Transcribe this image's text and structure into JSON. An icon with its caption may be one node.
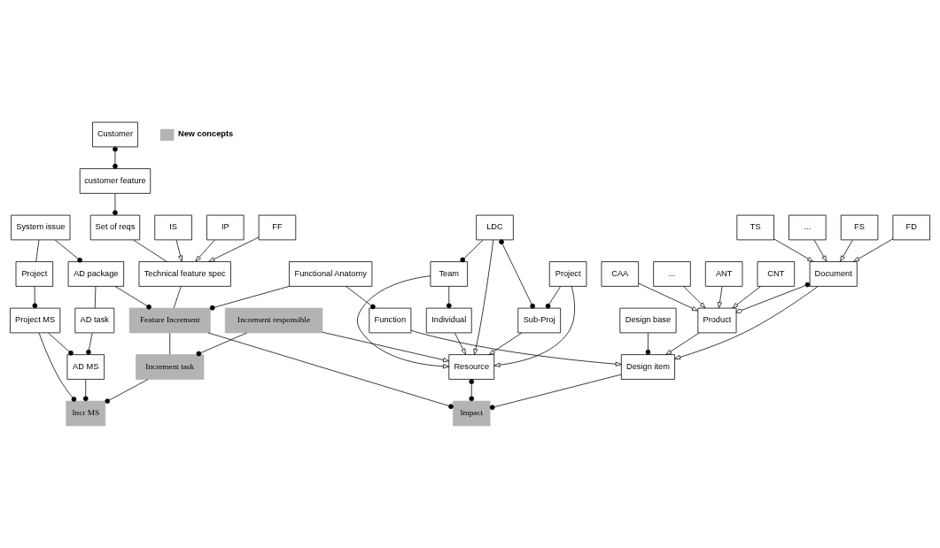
{
  "diagram": {
    "nodes": [
      {
        "text": [
          "System issue"
        ]
      },
      {
        "text": [
          "Project"
        ]
      },
      {
        "text": [
          "Project MS"
        ]
      },
      {
        "text": [
          "Customer"
        ]
      },
      {
        "text": [
          "customer feature"
        ]
      },
      {
        "text": [
          "Set of reqs"
        ]
      },
      {
        "text": [
          "AD package"
        ]
      },
      {
        "text": [
          "AD task"
        ]
      },
      {
        "text": [
          "AD MS"
        ]
      },
      {
        "text": [
          "IS"
        ]
      },
      {
        "text": [
          "IP"
        ]
      },
      {
        "text": [
          "FF"
        ]
      },
      {
        "text": [
          "Technical feature spec"
        ]
      },
      {
        "text": [
          "Feature Increment"
        ]
      },
      {
        "text": [
          "Increment task"
        ]
      },
      {
        "text": [
          "Incr MS"
        ]
      },
      {
        "text": [
          "Functional Anatomy"
        ]
      },
      {
        "text": [
          "Impact"
        ]
      },
      {
        "text": [
          "Increment responsible"
        ]
      },
      {
        "text": [
          "Individual"
        ]
      },
      {
        "text": [
          "Function"
        ]
      },
      {
        "text": [
          "Resource"
        ]
      },
      {
        "text": [
          "Team"
        ]
      },
      {
        "text": [
          "Design base"
        ]
      },
      {
        "text": [
          "Design item"
        ]
      },
      {
        "text": [
          "LDC"
        ]
      },
      {
        "text": [
          "Sub-Proj"
        ]
      },
      {
        "text": [
          "Product"
        ]
      },
      {
        "text": [
          "Document"
        ]
      },
      {
        "text": [
          "Project"
        ]
      },
      {
        "text": [
          "..."
        ]
      },
      {
        "text": [
          "ANT"
        ]
      },
      {
        "text": [
          "CNT"
        ]
      },
      {
        "text": [
          "CAA"
        ]
      },
      {
        "text": [
          "FS"
        ]
      },
      {
        "text": [
          "FD"
        ]
      },
      {
        "text": [
          "TS"
        ]
      },
      {
        "text": [
          "..."
        ]
      }
    ],
    "edges": [
      {
        "from": 0,
        "to": 1,
        "arrow": "none"
      },
      {
        "from": 1,
        "to": 2,
        "arrow": "other"
      },
      {
        "from": 0,
        "to": 6,
        "arrow": "other"
      },
      {
        "from": 2,
        "to": 8,
        "arrow": "other"
      },
      {
        "from": 2,
        "to": 15,
        "arrow": "other"
      },
      {
        "from": 3,
        "to": 4,
        "arrow": "other"
      },
      {
        "from": 4,
        "to": 5,
        "arrow": "other"
      },
      {
        "from": 5,
        "to": 12,
        "arrow": "none"
      },
      {
        "from": 6,
        "to": 7,
        "arrow": "none"
      },
      {
        "from": 7,
        "to": 8,
        "arrow": "other"
      },
      {
        "from": 6,
        "to": 13,
        "arrow": "other"
      },
      {
        "from": 8,
        "to": 15,
        "arrow": "other"
      },
      {
        "from": 9,
        "to": 12,
        "arrow": "to"
      },
      {
        "from": 10,
        "to": 12,
        "arrow": "to"
      },
      {
        "from": 11,
        "to": 12,
        "arrow": "to"
      },
      {
        "from": 12,
        "to": 13,
        "arrow": "none"
      },
      {
        "from": 16,
        "to": 13,
        "arrow": "other"
      },
      {
        "from": 13,
        "to": 14,
        "arrow": "none"
      },
      {
        "from": 14,
        "to": 15,
        "arrow": "other"
      },
      {
        "from": 13,
        "to": 17,
        "arrow": "other"
      },
      {
        "from": 18,
        "to": 14,
        "arrow": "other"
      },
      {
        "from": 18,
        "to": 21,
        "arrow": "to"
      },
      {
        "from": 16,
        "to": 20,
        "arrow": "other"
      },
      {
        "from": 24,
        "to": 17,
        "arrow": "other"
      },
      {
        "from": 21,
        "to": 17,
        "arrow": "other"
      },
      {
        "from": 20,
        "to": 24,
        "arrow": "to"
      },
      {
        "from": 23,
        "to": 24,
        "arrow": "other"
      },
      {
        "from": 27,
        "to": 24,
        "arrow": "to"
      },
      {
        "from": 28,
        "to": 24,
        "arrow": "to"
      },
      {
        "from": 28,
        "to": 27,
        "arrow": "other"
      },
      {
        "from": 30,
        "to": 27,
        "arrow": "to"
      },
      {
        "from": 31,
        "to": 27,
        "arrow": "to"
      },
      {
        "from": 32,
        "to": 27,
        "arrow": "to"
      },
      {
        "from": 33,
        "to": 27,
        "arrow": "to"
      },
      {
        "from": 34,
        "to": 28,
        "arrow": "to"
      },
      {
        "from": 35,
        "to": 28,
        "arrow": "to"
      },
      {
        "from": 36,
        "to": 28,
        "arrow": "to"
      },
      {
        "from": 37,
        "to": 28,
        "arrow": "to"
      },
      {
        "from": 19,
        "to": 21,
        "arrow": "to"
      },
      {
        "from": 22,
        "to": 21,
        "arrow": "to"
      },
      {
        "from": 25,
        "to": 21,
        "arrow": "to"
      },
      {
        "from": 26,
        "to": 21,
        "arrow": "to"
      },
      {
        "from": 29,
        "to": 21,
        "arrow": "to"
      },
      {
        "from": 22,
        "to": 19,
        "arrow": "other"
      },
      {
        "from": 25,
        "to": 22,
        "arrow": "other"
      },
      {
        "from": 25,
        "to": 26,
        "arrow": "other"
      },
      {
        "from": 29,
        "to": 26,
        "arrow": "other"
      }
    ],
    "legend": [
      {
        "text": "New concepts",
        "color": "#b3b3b3"
      }
    ]
  }
}
